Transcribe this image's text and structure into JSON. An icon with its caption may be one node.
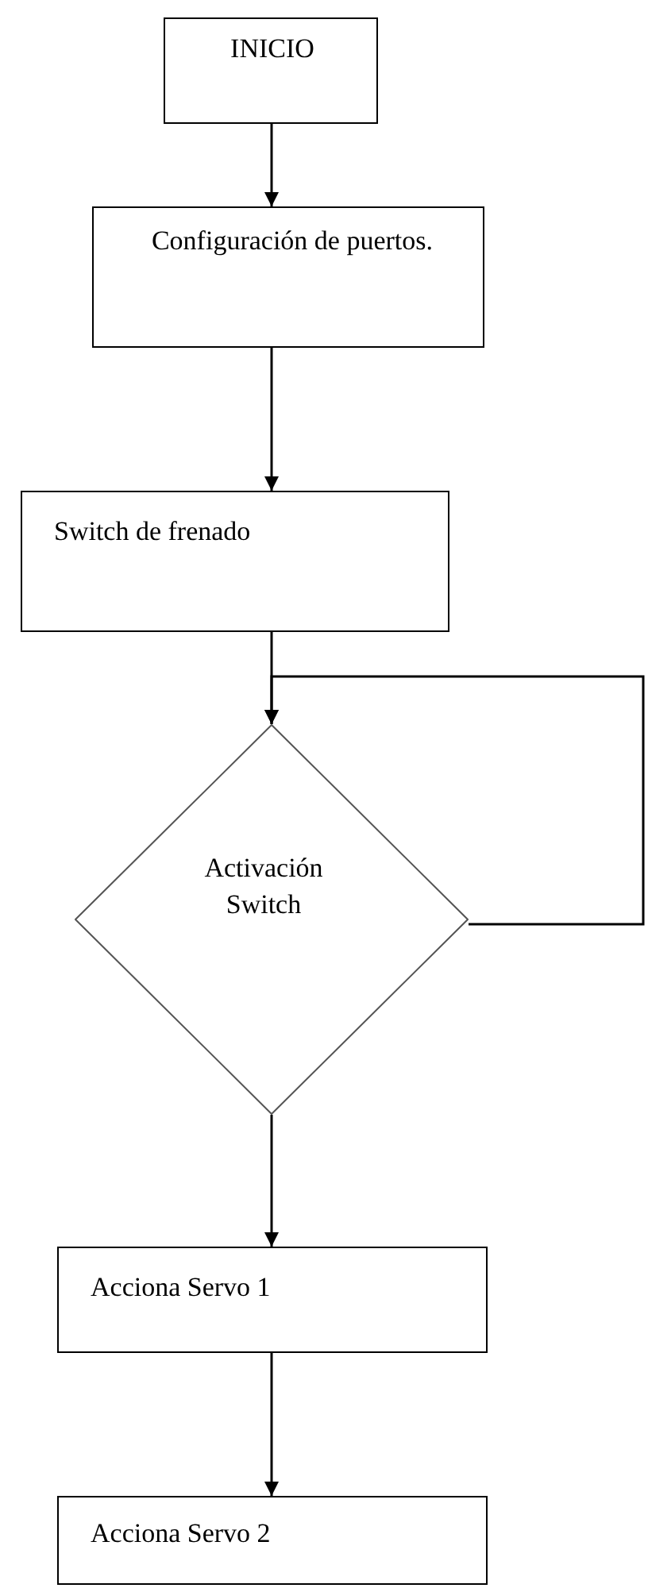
{
  "diagram": {
    "nodes": [
      {
        "text": [
          "INICIO"
        ]
      },
      {
        "text": [
          "Configuración de puertos."
        ]
      },
      {
        "text": [
          "Switch de frenado"
        ]
      },
      {
        "text": [
          "Activación Switch"
        ]
      },
      {
        "text": [
          "Acciona Servo 1"
        ]
      },
      {
        "text": [
          "Acciona Servo 2"
        ]
      }
    ],
    "edges": [
      {
        "from": 0,
        "to": 1,
        "arrow": "to"
      },
      {
        "from": 1,
        "to": 2,
        "arrow": "to"
      },
      {
        "from": 2,
        "to": 3,
        "arrow": "to"
      },
      {
        "from": 3,
        "to": 3,
        "arrow": "to"
      },
      {
        "from": 3,
        "to": 4,
        "arrow": "to"
      },
      {
        "from": 4,
        "to": 5,
        "arrow": "to"
      }
    ]
  }
}
